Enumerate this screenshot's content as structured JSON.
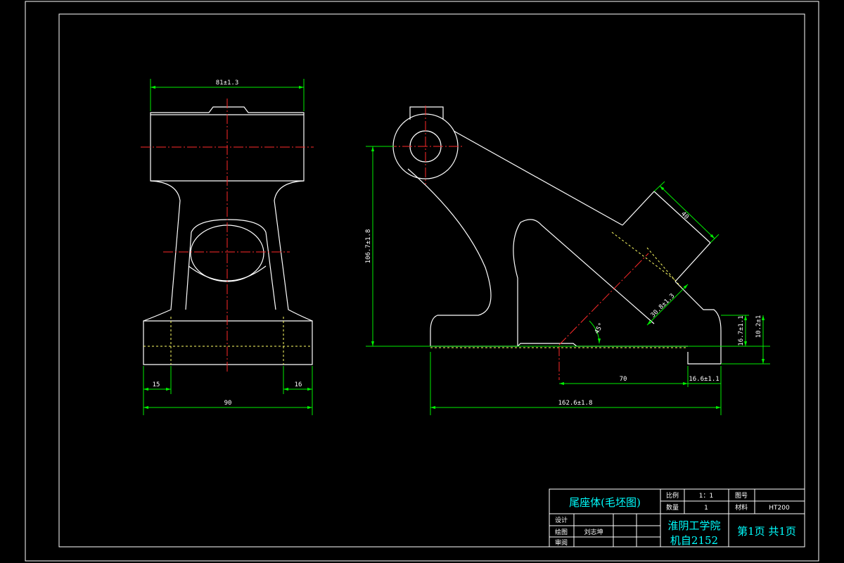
{
  "dimensions": {
    "front_width_top": "81±1.3",
    "front_width_bottom": "90",
    "front_flange_left": "15",
    "front_flange_right": "16",
    "side_height": "106.7±1.8",
    "side_length": "162.6±1.8",
    "side_offset": "70",
    "side_step": "16.6±1.1",
    "side_height_small_1": "16.7±1.1",
    "side_height_small_2": "10.2±1",
    "side_slot_width": "40",
    "side_slant": "30.8±1.3",
    "side_angle": "45°"
  },
  "title_block": {
    "part_name": "尾座体(毛坯图)",
    "scale_label": "比例",
    "scale_value": "1：1",
    "drawing_no_label": "图号",
    "qty_label": "数量",
    "qty_value": "1",
    "material_label": "材料",
    "material_value": "HT200",
    "design_label": "设计",
    "drawn_label": "绘图",
    "drawn_by": "刘志坤",
    "review_label": "审阅",
    "school": "淮阴工学院",
    "class": "机自2152",
    "page_info": "第1页  共1页"
  }
}
